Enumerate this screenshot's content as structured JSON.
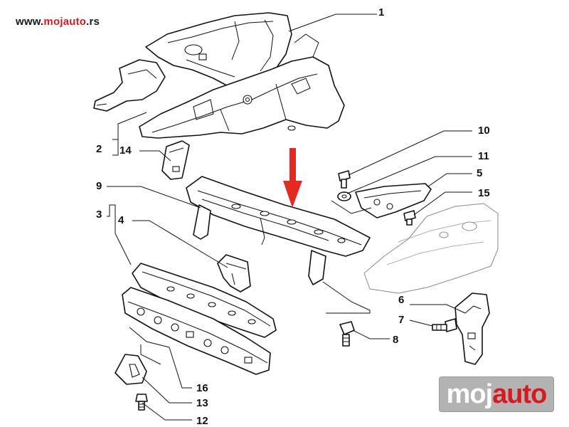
{
  "watermark": {
    "url_prefix": "www.",
    "url_accent": "mojauto",
    "url_suffix": ".rs",
    "logo_prefix": "moj",
    "logo_accent": "auto"
  },
  "callouts": [
    "1",
    "2",
    "3",
    "4",
    "5",
    "6",
    "7",
    "8",
    "9",
    "10",
    "11",
    "12",
    "13",
    "14",
    "15",
    "16"
  ],
  "colors": {
    "arrow": "#e32b22",
    "ink": "#111111",
    "accent": "#d71920"
  }
}
